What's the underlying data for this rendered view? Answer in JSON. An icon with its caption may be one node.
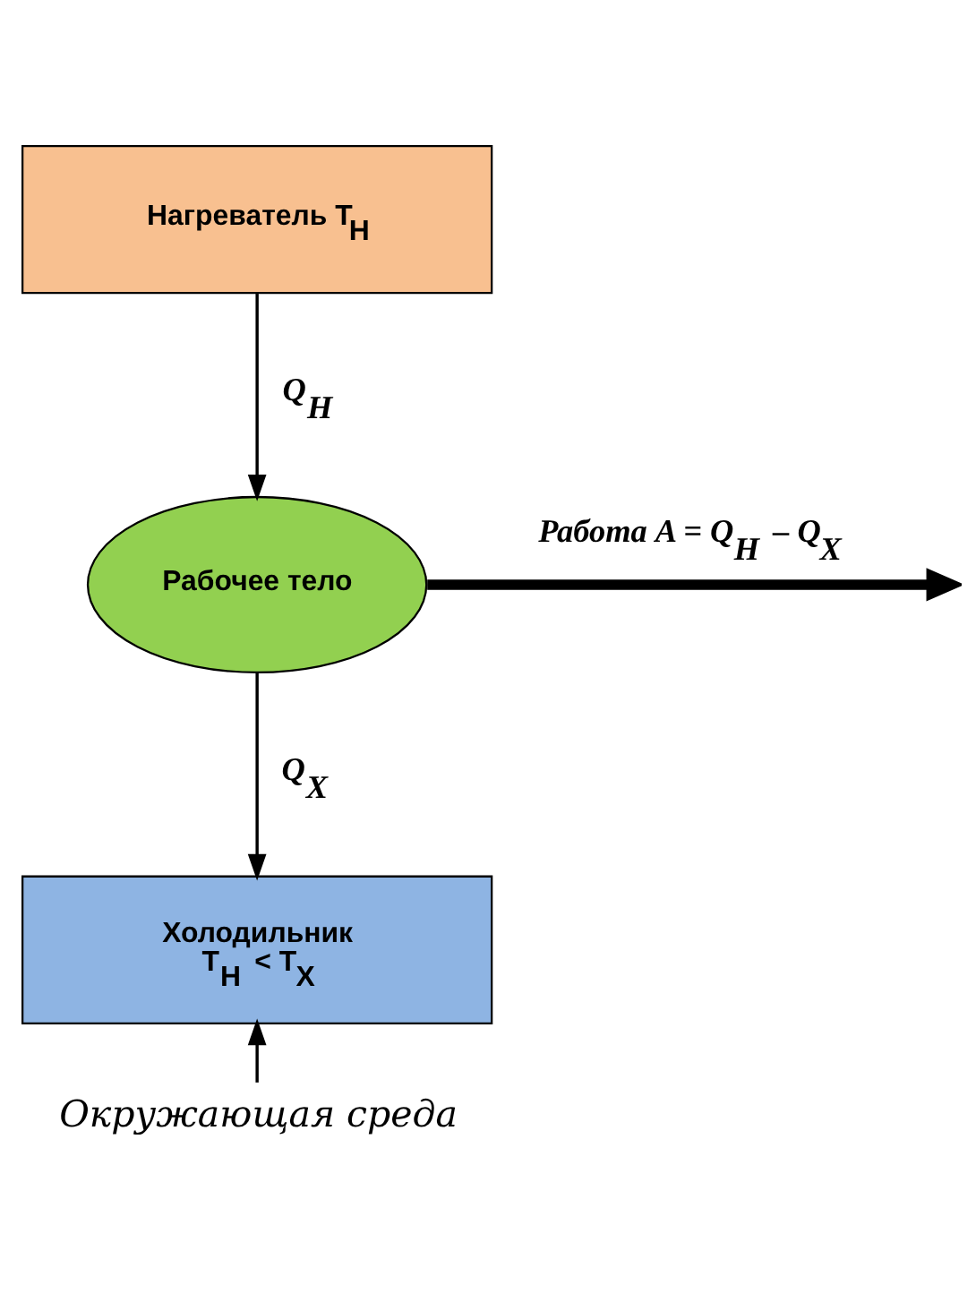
{
  "diagram": {
    "nodes": [
      {
        "text": [
          "Нагреватель T$_{Н}$"
        ]
      },
      {
        "text": [
          "Рабочее тело"
        ]
      },
      {
        "text": [
          "Холодильник",
          "T$_{Н}$ < T$_{Х}$"
        ]
      },
      {
        "text": [
          "Окружающая среда"
        ]
      }
    ],
    "edges": [
      {
        "from": 0,
        "to": 1,
        "arrow": "to",
        "label": "Q$_{Н}$"
      },
      {
        "from": 1,
        "to": null,
        "arrow": "to",
        "label": "Работа A = Q$_{Н}$ – Q$_{Х}$",
        "style": "thick"
      },
      {
        "from": 1,
        "to": 2,
        "arrow": "to",
        "label": "Q$_{Х}$"
      },
      {
        "from": 3,
        "to": 2,
        "arrow": "to"
      }
    ]
  }
}
